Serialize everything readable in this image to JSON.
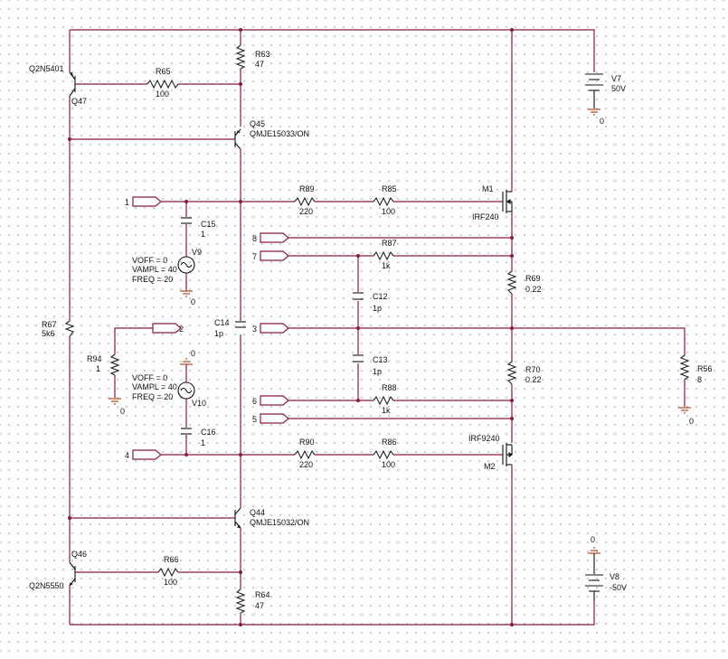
{
  "components": {
    "R63": {
      "ref": "R63",
      "value": "47"
    },
    "R64": {
      "ref": "R64",
      "value": "47"
    },
    "R65": {
      "ref": "R65",
      "value": "100"
    },
    "R66": {
      "ref": "R66",
      "value": "100"
    },
    "R67": {
      "ref": "R67",
      "value": "5k6"
    },
    "R69": {
      "ref": "R69",
      "value": "0.22"
    },
    "R70": {
      "ref": "R70",
      "value": "0.22"
    },
    "R85": {
      "ref": "R85",
      "value": "100"
    },
    "R86": {
      "ref": "R86",
      "value": "100"
    },
    "R87": {
      "ref": "R87",
      "value": "1k"
    },
    "R88": {
      "ref": "R88",
      "value": "1k"
    },
    "R89": {
      "ref": "R89",
      "value": "220"
    },
    "R90": {
      "ref": "R90",
      "value": "220"
    },
    "R94": {
      "ref": "R94",
      "value": "1"
    },
    "R56": {
      "ref": "R56",
      "value": "8"
    },
    "C12": {
      "ref": "C12",
      "value": "1p"
    },
    "C13": {
      "ref": "C13",
      "value": "1p"
    },
    "C14": {
      "ref": "C14",
      "value": "1p"
    },
    "C15": {
      "ref": "C15",
      "value": "1"
    },
    "C16": {
      "ref": "C16",
      "value": "1"
    },
    "Q44": {
      "ref": "Q44",
      "model": "QMJE15032/ON"
    },
    "Q45": {
      "ref": "Q45",
      "model": "QMJE15033/ON"
    },
    "Q46": {
      "ref": "Q46",
      "model": "Q2N5550"
    },
    "Q47": {
      "ref": "Q47",
      "model": "Q2N5401"
    },
    "M1": {
      "ref": "M1",
      "model": "IRF240"
    },
    "M2": {
      "ref": "M2",
      "model": "IRF9240"
    },
    "V7": {
      "ref": "V7",
      "value": "50V"
    },
    "V8": {
      "ref": "V8",
      "value": "-50V"
    },
    "V9": {
      "ref": "V9",
      "voff": "VOFF = 0",
      "vampl": "VAMPL = 40",
      "freq": "FREQ = 20"
    },
    "V10": {
      "ref": "V10",
      "voff": "VOFF = 0",
      "vampl": "VAMPL = 40",
      "freq": "FREQ = 20"
    }
  },
  "ports": [
    "1",
    "2",
    "3",
    "4",
    "5",
    "6",
    "7",
    "8"
  ],
  "ground_label": "0",
  "colors": {
    "wire": "#8b1a3a",
    "ground": "#b04a1a",
    "grid": "#b8b8b8"
  }
}
